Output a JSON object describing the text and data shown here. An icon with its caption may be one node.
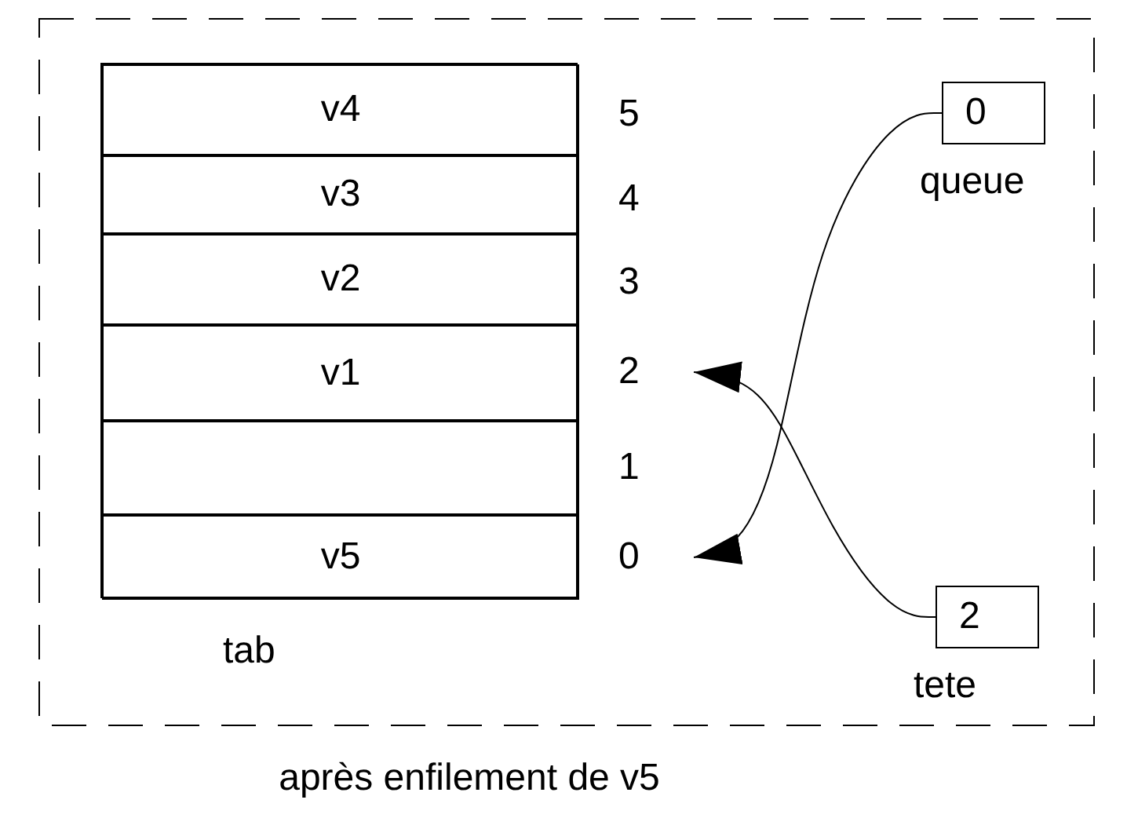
{
  "diagram": {
    "caption": "après enfilement de v5",
    "nodes": [
      {
        "text": [],
        "shape": "box",
        "beside": [
          "tab"
        ]
      },
      {
        "text": [
          "v4"
        ],
        "in": 0
      },
      {
        "text": [
          "v3"
        ],
        "in": 0
      },
      {
        "text": [
          "v2"
        ],
        "in": 0
      },
      {
        "text": [
          "v1"
        ],
        "in": 0
      },
      {
        "text": [],
        "shape": "box",
        "in": 0
      },
      {
        "text": [
          "v5"
        ],
        "in": 0
      },
      {
        "text": [
          "5"
        ]
      },
      {
        "text": [
          "4"
        ]
      },
      {
        "text": [
          "3"
        ]
      },
      {
        "text": [
          "2"
        ]
      },
      {
        "text": [
          "1"
        ]
      },
      {
        "text": [
          "0"
        ]
      },
      {
        "text": [
          "0"
        ],
        "beside": [
          "queue"
        ]
      },
      {
        "text": [
          "2"
        ],
        "beside": [
          "tete"
        ]
      }
    ],
    "edges": [
      {
        "from": 13,
        "to": 12,
        "arrow": "to"
      },
      {
        "from": 14,
        "to": 10,
        "arrow": "to"
      }
    ]
  }
}
